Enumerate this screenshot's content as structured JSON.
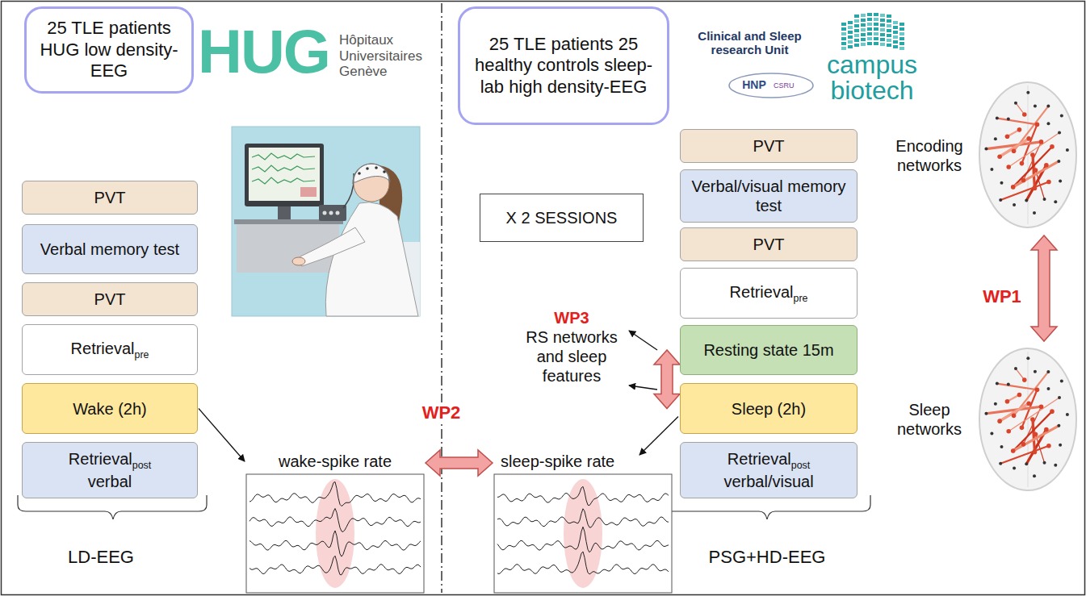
{
  "diagram": {
    "nodes": [
      {
        "text": [
          "25 TLE patients HUG low density-EEG"
        ]
      },
      {
        "text": [
          "PVT"
        ]
      },
      {
        "text": [
          "Verbal memory test"
        ]
      },
      {
        "text": [
          "PVT"
        ]
      },
      {
        "text": [
          "Retrieval",
          "pre"
        ]
      },
      {
        "text": [
          "Wake (2h)"
        ]
      },
      {
        "text": [
          "Retrieval",
          "post",
          "verbal"
        ]
      },
      {
        "text": [
          "wake-spike rate"
        ]
      },
      {
        "text": [
          "25 TLE patients 25 healthy controls sleep-lab high density-EEG"
        ]
      },
      {
        "text": [
          "X 2 SESSIONS"
        ]
      },
      {
        "text": [
          "PVT"
        ]
      },
      {
        "text": [
          "Verbal/visual memory test"
        ]
      },
      {
        "text": [
          "PVT"
        ]
      },
      {
        "text": [
          "Retrieval",
          "pre"
        ]
      },
      {
        "text": [
          "Resting state 15m"
        ]
      },
      {
        "text": [
          "Sleep (2h)"
        ]
      },
      {
        "text": [
          "Retrieval",
          "post",
          "verbal/visual"
        ]
      },
      {
        "text": [
          "WP3",
          "RS networks and sleep features"
        ]
      },
      {
        "text": [
          "sleep-spike rate"
        ]
      },
      {
        "text": [
          "Encoding networks"
        ]
      },
      {
        "text": [
          "Sleep networks"
        ]
      }
    ],
    "edges": [
      {
        "from": 5,
        "to": 7,
        "arrow": "to"
      },
      {
        "from": 7,
        "to": 18,
        "label": "WP2",
        "arrow": "both"
      },
      {
        "from": 14,
        "to": 15,
        "arrow": "both"
      },
      {
        "from": 14,
        "to": 17,
        "arrow": "to"
      },
      {
        "from": 15,
        "to": 17,
        "arrow": "to"
      },
      {
        "from": 15,
        "to": 18,
        "arrow": "to"
      },
      {
        "from": 19,
        "to": 20,
        "label": "WP1",
        "arrow": "both"
      }
    ],
    "labels": [
      "HUG",
      "Hôpitaux Universitaires Genève",
      "Clinical and Sleep research Unit",
      "HNP",
      "CSRU",
      "campus biotech",
      "LD-EEG",
      "PSG+HD-EEG"
    ]
  }
}
